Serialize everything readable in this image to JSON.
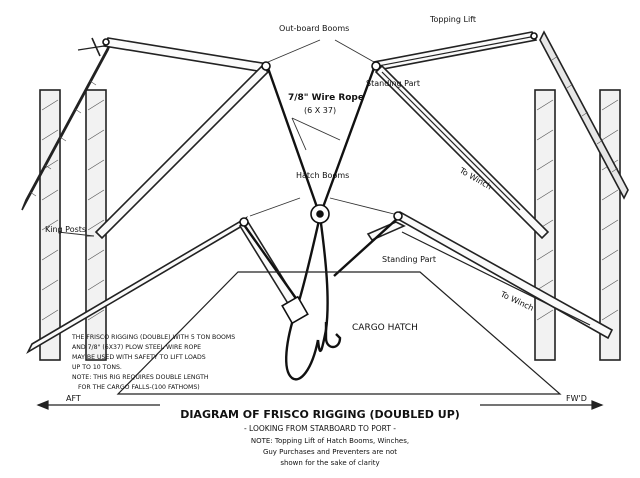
{
  "labels": {
    "outboard_booms": "Out-board Booms",
    "topping_lift": "Topping Lift",
    "wire_rope_1": "7/8\" Wire Rope",
    "wire_rope_2": "(6 X 37)",
    "standing_part_upper": "Standing Part",
    "to_winch_upper": "To Winch",
    "hatch_booms": "Hatch Booms",
    "king_posts": "King Posts",
    "standing_part_lower": "Standing Part",
    "to_winch_lower": "To Winch",
    "cargo_hatch": "CARGO HATCH",
    "aft": "AFT",
    "fwd": "FW'D"
  },
  "notes": [
    "THE FRISCO RIGGING (DOUBLE) WITH 5 TON BOOMS",
    "AND 7/8\" (6X37) PLOW STEEL WIRE ROPE",
    "MAY BE USED WITH SAFETY TO LIFT LOADS",
    "UP TO 10 TONS.",
    "NOTE: THIS RIG REQUIRES DOUBLE LENGTH",
    "FOR THE CARGO FALLS-(100 FATHOMS)"
  ],
  "title": "DIAGRAM OF FRISCO RIGGING (DOUBLED UP)",
  "subtitle": "- LOOKING FROM STARBOARD TO PORT -",
  "footnote": [
    "NOTE: Topping Lift of Hatch Booms, Winches,",
    "Guy Purchases and Preventers are not",
    "shown for the sake of clarity"
  ]
}
